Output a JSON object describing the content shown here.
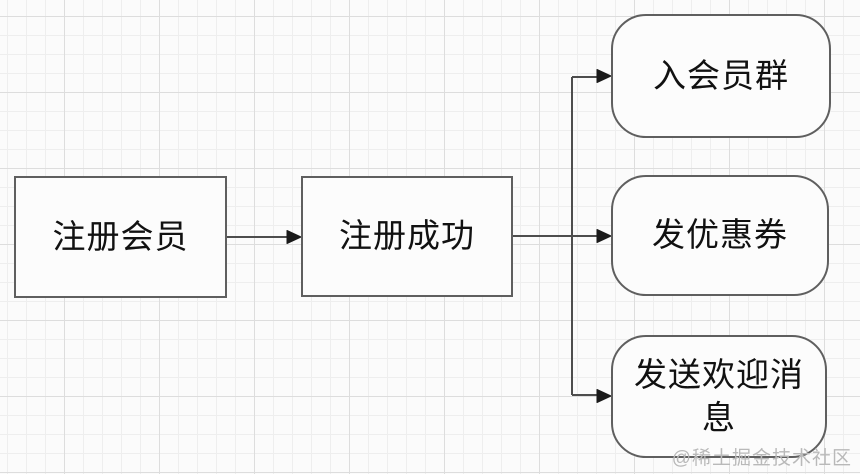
{
  "diagram": {
    "nodes": {
      "register": {
        "label": "注册会员",
        "shape": "rectangle"
      },
      "success": {
        "label": "注册成功",
        "shape": "rectangle"
      },
      "join_group": {
        "label": "入会员群",
        "shape": "rounded"
      },
      "send_coupon": {
        "label": "发优惠券",
        "shape": "rounded"
      },
      "welcome_message": {
        "label": "发送欢迎消息",
        "shape": "rounded"
      }
    },
    "edges": [
      {
        "from": "register",
        "to": "success"
      },
      {
        "from": "success",
        "to": "join_group"
      },
      {
        "from": "success",
        "to": "send_coupon"
      },
      {
        "from": "success",
        "to": "welcome_message"
      }
    ],
    "watermark": "@稀土掘金技术社区",
    "colors": {
      "background": "#fbfbfb",
      "grid_minor": "#eeeeee",
      "grid_major": "#dddddd",
      "node_border": "#5f5f5f",
      "node_fill": "#fcfcfc",
      "connector": "#4d4d4d",
      "arrowhead": "#1a1a1a",
      "text": "#111111",
      "watermark": "#b9b9b9"
    }
  }
}
